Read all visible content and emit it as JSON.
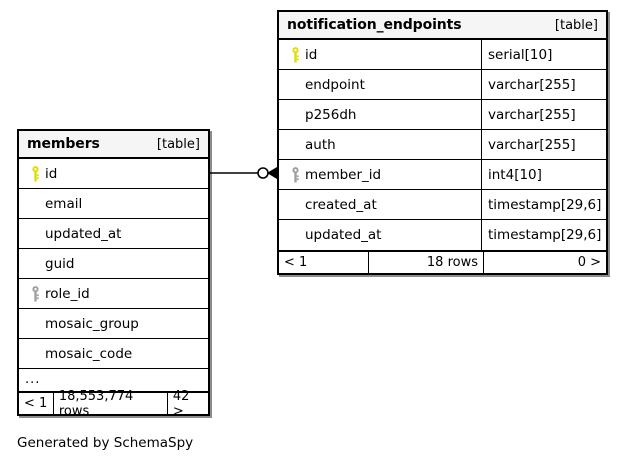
{
  "diagram": {
    "caption": "Generated by SchemaSpy",
    "relationship": {
      "from_table": "members",
      "from_column": "id",
      "to_table": "notification_endpoints",
      "to_column": "member_id",
      "notation": "crows-foot",
      "source_marker": "circle",
      "target_marker": "crows-foot"
    }
  },
  "tables": [
    {
      "name": "members",
      "tag": "[table]",
      "columns": [
        {
          "key": "primary",
          "name": "id",
          "type": ""
        },
        {
          "key": "none",
          "name": "email",
          "type": ""
        },
        {
          "key": "none",
          "name": "updated_at",
          "type": ""
        },
        {
          "key": "none",
          "name": "guid",
          "type": ""
        },
        {
          "key": "foreign",
          "name": "role_id",
          "type": ""
        },
        {
          "key": "none",
          "name": "mosaic_group",
          "type": ""
        },
        {
          "key": "none",
          "name": "mosaic_code",
          "type": ""
        }
      ],
      "truncated_indicator": "...",
      "footer": {
        "left": "< 1",
        "middle": "18,553,774 rows",
        "right": "42 >"
      }
    },
    {
      "name": "notification_endpoints",
      "tag": "[table]",
      "columns": [
        {
          "key": "primary",
          "name": "id",
          "type": "serial[10]"
        },
        {
          "key": "none",
          "name": "endpoint",
          "type": "varchar[255]"
        },
        {
          "key": "none",
          "name": "p256dh",
          "type": "varchar[255]"
        },
        {
          "key": "none",
          "name": "auth",
          "type": "varchar[255]"
        },
        {
          "key": "foreign",
          "name": "member_id",
          "type": "int4[10]"
        },
        {
          "key": "none",
          "name": "created_at",
          "type": "timestamp[29,6]"
        },
        {
          "key": "none",
          "name": "updated_at",
          "type": "timestamp[29,6]"
        }
      ],
      "footer": {
        "left": "< 1",
        "middle": "18 rows",
        "right": "0 >"
      }
    }
  ],
  "colors": {
    "primary_key_icon": "#dede00",
    "foreign_key_icon": "#a0a0a0",
    "header_background": "#f5f5f5",
    "border": "#000000",
    "text": "#000000",
    "background": "#ffffff"
  }
}
